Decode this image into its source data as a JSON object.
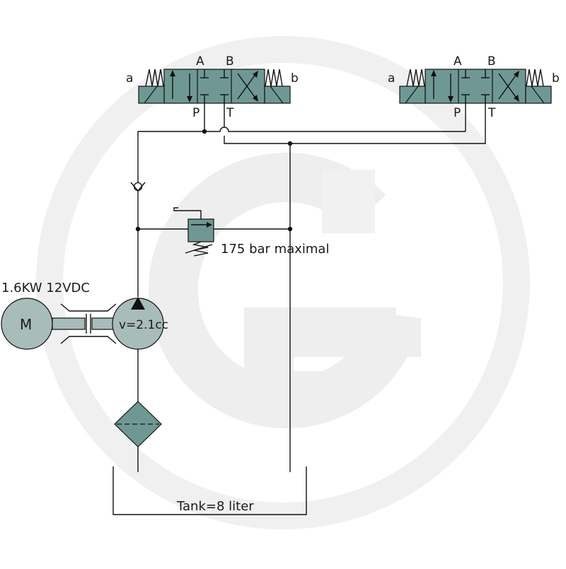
{
  "colors": {
    "component_fill": "#6f9894",
    "body_fill": "#a8bcb9",
    "line": "#111111",
    "watermark": "#eeeeee"
  },
  "watermark": {
    "icon": "g-logo-watermark"
  },
  "valve_left": {
    "port_a": "A",
    "port_b": "B",
    "port_p": "P",
    "port_t": "T",
    "side_a": "a",
    "side_b": "b"
  },
  "valve_right": {
    "port_a": "A",
    "port_b": "B",
    "port_p": "P",
    "port_t": "T",
    "side_a": "a",
    "side_b": "b"
  },
  "relief_valve": {
    "label": "175 bar maximal"
  },
  "motor": {
    "symbol": "M",
    "spec": "1.6KW 12VDC"
  },
  "pump": {
    "displacement": "v=2.1cc"
  },
  "tank": {
    "label": "Tank=8 liter"
  }
}
